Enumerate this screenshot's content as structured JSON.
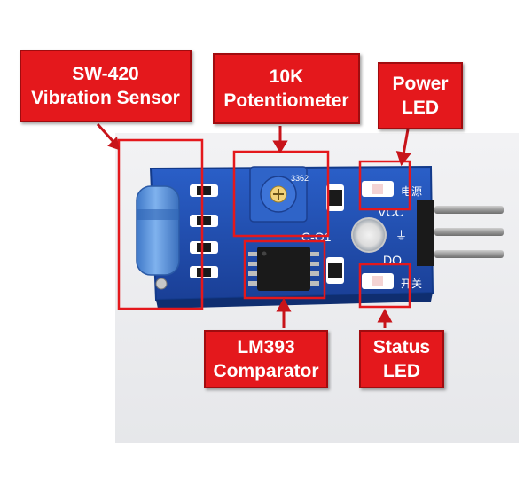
{
  "labels": {
    "sw420": {
      "line1": "SW-420",
      "line2": "Vibration Sensor"
    },
    "potentiometer": {
      "line1": "10K",
      "line2": "Potentiometer"
    },
    "power_led": {
      "line1": "Power",
      "line2": "LED"
    },
    "comparator": {
      "line1": "LM393",
      "line2": "Comparator"
    },
    "status_led": {
      "line1": "Status",
      "line2": "LED"
    }
  },
  "board_silkscreen": {
    "vcc": "VCC",
    "gnd": "⏚",
    "do": "DO",
    "power_cn": "电源",
    "switch_cn": "开关",
    "pot_code": "3362",
    "q1": "C-O1"
  },
  "colors": {
    "label_bg": "#e4181c",
    "pcb": "#1f4fb4",
    "highlight_box": "#e4181c",
    "arrow": "#c8141a"
  }
}
